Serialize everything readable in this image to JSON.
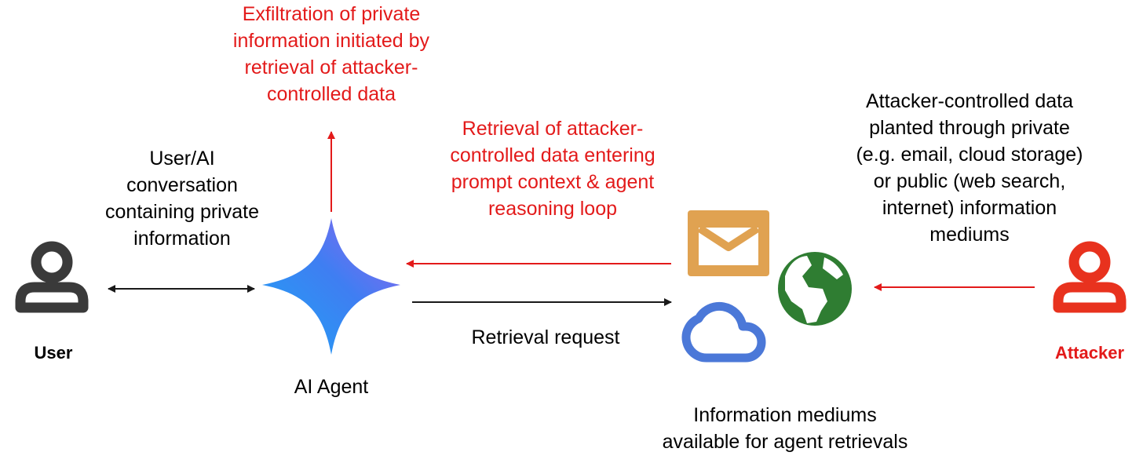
{
  "colors": {
    "black": "#1a1a1a",
    "red": "#e31a1a",
    "mail": "#e0a251",
    "globe": "#2f7d32",
    "cloud": "#4b78d8",
    "star_from": "#1fa3f5",
    "star_to": "#7c5cf0"
  },
  "nodes": {
    "user_label": "User",
    "agent_label": "AI Agent",
    "attacker_label": "Attacker",
    "mediums_label": "Information mediums\navailable for agent retrievals"
  },
  "annotations": {
    "exfiltration": "Exfiltration of private\ninformation initiated by\nretrieval of attacker-\ncontrolled data",
    "conversation": "User/AI\nconversation\ncontaining private\ninformation",
    "retrieval_attacker": "Retrieval of attacker-\ncontrolled data entering\nprompt context & agent\nreasoning loop",
    "retrieval_request": "Retrieval request",
    "planted": "Attacker-controlled data\nplanted through private\n(e.g. email, cloud storage)\nor public (web search,\ninternet) information\nmediums"
  },
  "icons": [
    "user-icon",
    "ai-agent-star-icon",
    "mail-icon",
    "globe-icon",
    "cloud-icon",
    "attacker-icon"
  ]
}
